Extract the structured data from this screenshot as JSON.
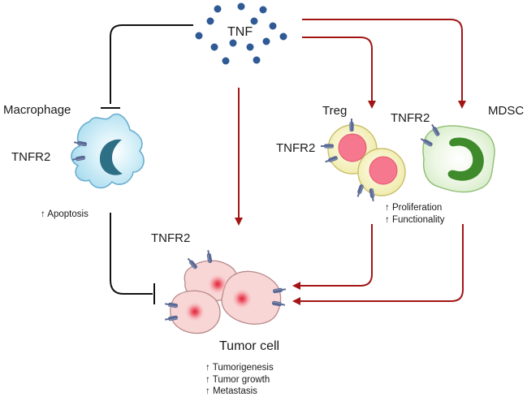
{
  "labels": {
    "tnf": "TNF",
    "macrophage": "Macrophage",
    "tnfr2_macrophage": "TNFR2",
    "treg": "Treg",
    "tnfr2_treg": "TNFR2",
    "tnfr2_mdsc": "TNFR2",
    "mdsc": "MDSC",
    "tnfr2_tumor": "TNFR2",
    "tumor_cell": "Tumor cell"
  },
  "effects": {
    "macrophage": [
      "↑ Apoptosis"
    ],
    "treg_mdsc": [
      "↑ Proliferation",
      "↑ Functionality"
    ],
    "tumor": [
      "↑ Tumorigenesis",
      "↑ Tumor growth",
      "↑ Metastasis"
    ]
  },
  "colors": {
    "tnf_dot": "#2f5a96",
    "activation_arrow": "#a31515",
    "inhibition_arrow": "#111111",
    "macrophage_fill": "#bfe6f3",
    "treg_outer": "#f6f3c3",
    "treg_inner": "#f5788e",
    "mdsc_fill": "#e7f3dc",
    "mdsc_nucleus": "#3f8a2a",
    "tumor_fill": "#f8d6d6",
    "receptor": "#5b6a94"
  },
  "icons": {
    "tnf": "tnf-molecule-cluster-icon",
    "macrophage": "macrophage-cell-icon",
    "treg": "treg-cell-icon",
    "mdsc": "mdsc-cell-icon",
    "tumor": "tumor-cell-cluster-icon",
    "receptor": "tnfr2-receptor-icon"
  }
}
